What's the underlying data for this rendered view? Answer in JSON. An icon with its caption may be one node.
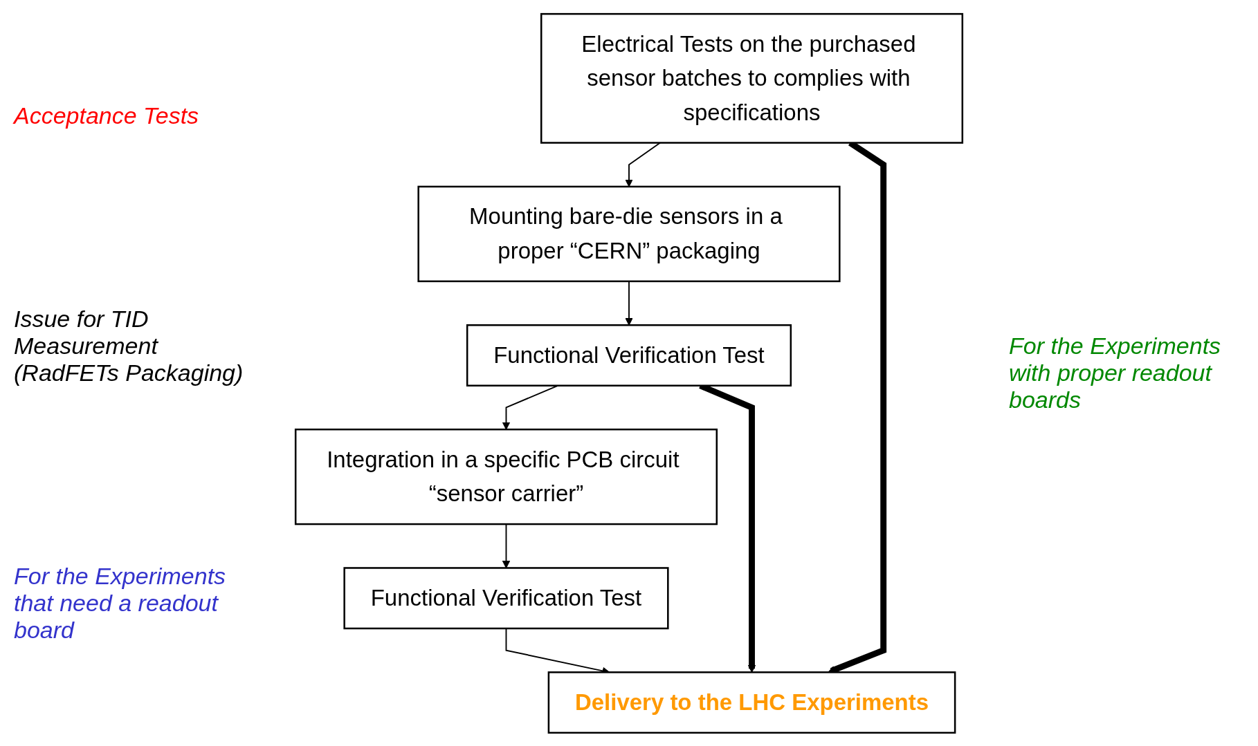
{
  "diagram": {
    "nodes": [
      {
        "text": [
          "Electrical Tests on the purchased sensor batches to complies with specifications"
        ]
      },
      {
        "text": [
          "Mounting bare-die sensors in a proper “CERN” packaging"
        ]
      },
      {
        "text": [
          "Functional Verification Test"
        ]
      },
      {
        "text": [
          "Integration in a specific PCB circuit “sensor carrier”"
        ]
      },
      {
        "text": [
          "Functional Verification Test"
        ]
      },
      {
        "text": [
          "Delivery to the LHC Experiments"
        ]
      }
    ],
    "edges": [
      {
        "from": 0,
        "to": 1,
        "arrow": "to"
      },
      {
        "from": 1,
        "to": 2,
        "arrow": "to"
      },
      {
        "from": 2,
        "to": 3,
        "arrow": "to"
      },
      {
        "from": 3,
        "to": 4,
        "arrow": "to"
      },
      {
        "from": 4,
        "to": 5,
        "arrow": "to"
      },
      {
        "from": 0,
        "to": 5,
        "arrow": "to",
        "style": "thick"
      },
      {
        "from": 2,
        "to": 5,
        "arrow": "to",
        "style": "thick"
      }
    ],
    "labels": [
      "Acceptance Tests",
      "Issue for TID Measurement (RadFETs Packaging)",
      "For the Experiments with proper readout boards",
      "For the Experiments that need a readout board"
    ]
  }
}
